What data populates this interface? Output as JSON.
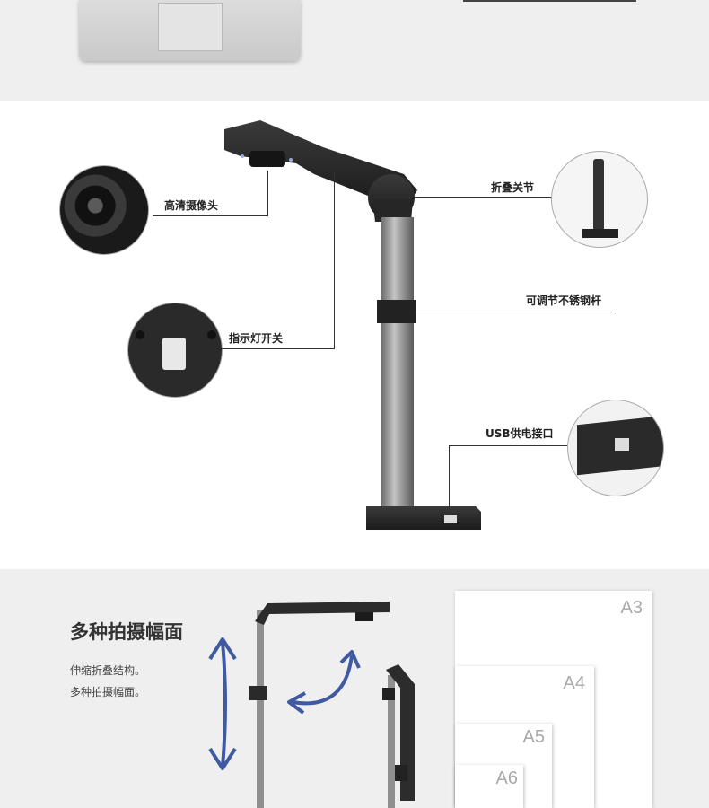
{
  "callouts": {
    "camera": "高清摄像头",
    "fold_joint": "折叠关节",
    "rod": "可调节不锈钢杆",
    "light_switch": "指示灯开关",
    "usb": "USB供电接口"
  },
  "feature": {
    "title": "多种拍摄幅面",
    "line1": "伸缩折叠结构。",
    "line2": "多种拍摄幅面。"
  },
  "paper_sizes": [
    "A3",
    "A4",
    "A5",
    "A6"
  ],
  "colors": {
    "arrow": "#3f5aa0",
    "device_dark": "#2c2c2c",
    "rod": "#9a9a9a"
  }
}
